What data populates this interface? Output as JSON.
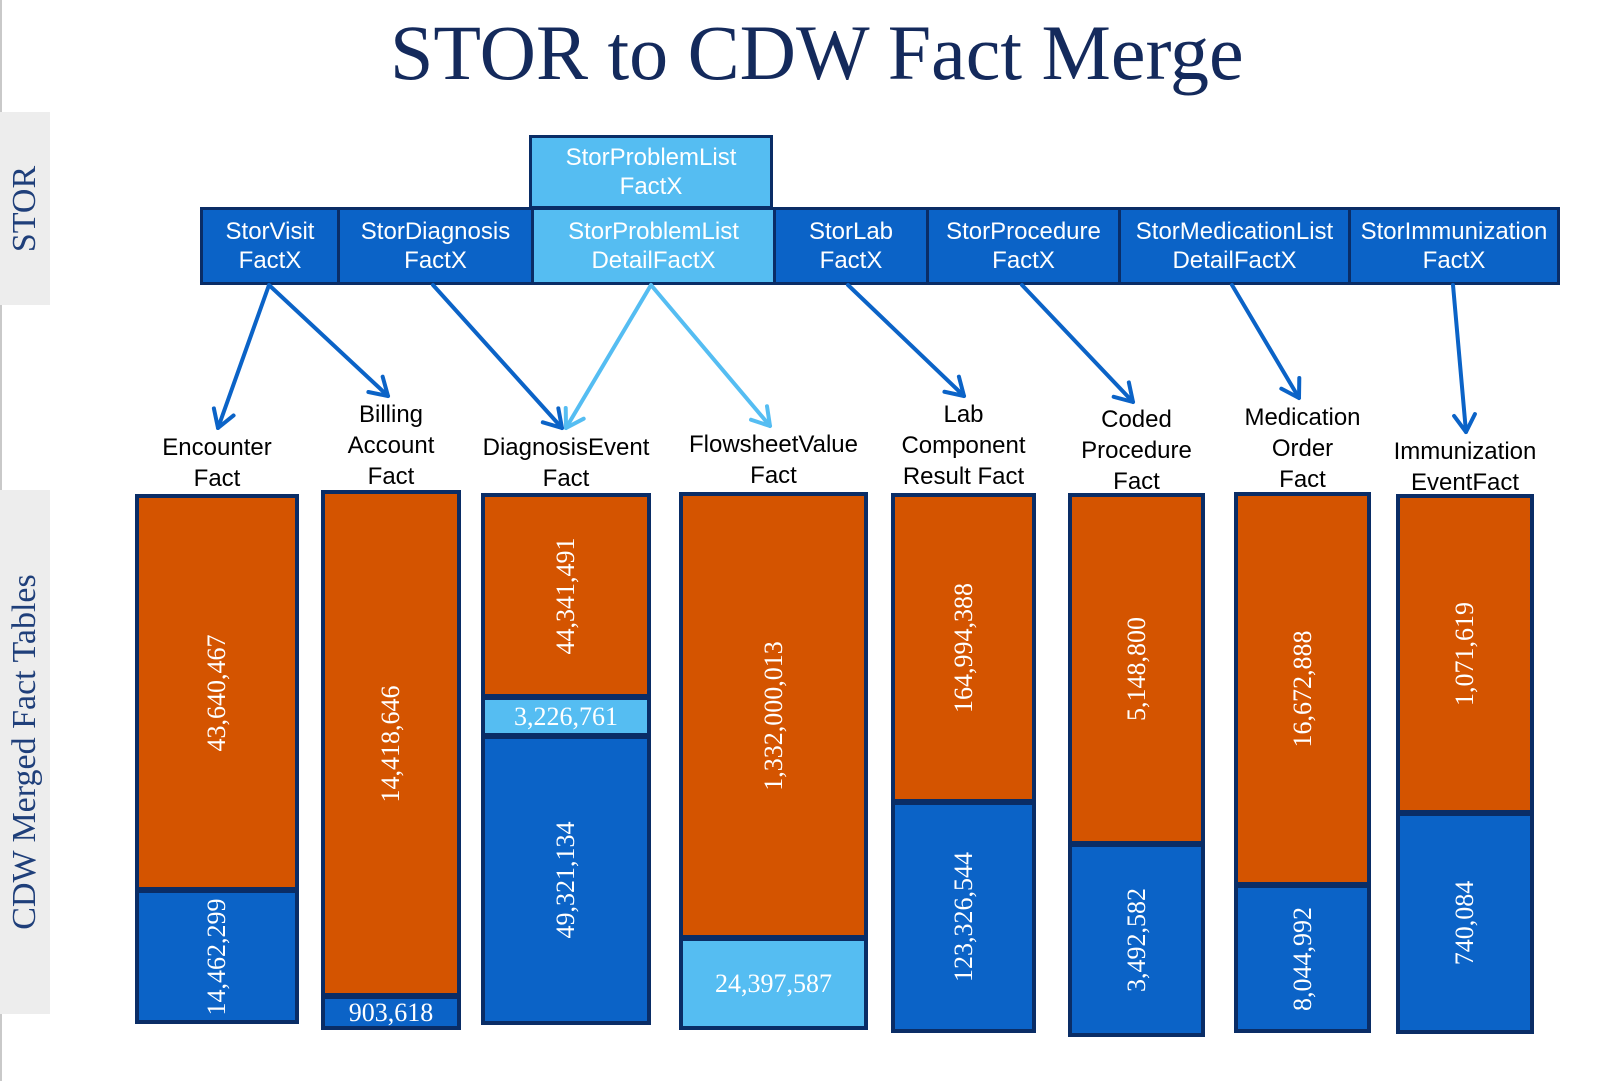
{
  "title": "STOR to CDW Fact Merge",
  "side_labels": {
    "stor": "STOR",
    "cdw": "CDW Merged Fact Tables"
  },
  "colors": {
    "stor_blue": "#0b63c7",
    "light_blue": "#55bdf2",
    "orange": "#d45400",
    "navy_border": "#0a2d66"
  },
  "stor_tables": [
    {
      "id": "visit",
      "line1": "StorVisit",
      "line2": "FactX"
    },
    {
      "id": "diagnosis",
      "line1": "StorDiagnosis",
      "line2": "FactX"
    },
    {
      "id": "problem_detail",
      "line1": "StorProblemList",
      "line2": "DetailFactX"
    },
    {
      "id": "lab",
      "line1": "StorLab",
      "line2": "FactX"
    },
    {
      "id": "procedure",
      "line1": "StorProcedure",
      "line2": "FactX"
    },
    {
      "id": "medication",
      "line1": "StorMedicationList",
      "line2": "DetailFactX"
    },
    {
      "id": "immunization",
      "line1": "StorImmunization",
      "line2": "FactX"
    }
  ],
  "stor_top": {
    "id": "problem_list",
    "line1": "StorProblemList",
    "line2": "FactX"
  },
  "cdw_tables": [
    {
      "lines": [
        "Encounter",
        "Fact"
      ],
      "segments": [
        {
          "kind": "orange",
          "value": "43,640,467"
        },
        {
          "kind": "blue",
          "value": "14,462,299"
        }
      ]
    },
    {
      "lines": [
        "Billing",
        "Account",
        "Fact"
      ],
      "segments": [
        {
          "kind": "orange",
          "value": "14,418,646"
        },
        {
          "kind": "blue",
          "value": "903,618"
        }
      ]
    },
    {
      "lines": [
        "DiagnosisEvent",
        "Fact"
      ],
      "segments": [
        {
          "kind": "orange",
          "value": "44,341,491"
        },
        {
          "kind": "light",
          "value": "3,226,761"
        },
        {
          "kind": "blue",
          "value": "49,321,134"
        }
      ]
    },
    {
      "lines": [
        "FlowsheetValue",
        "Fact"
      ],
      "segments": [
        {
          "kind": "orange",
          "value": "1,332,000,013"
        },
        {
          "kind": "light",
          "value": "24,397,587"
        }
      ]
    },
    {
      "lines": [
        "Lab",
        "Component",
        "Result  Fact"
      ],
      "segments": [
        {
          "kind": "orange",
          "value": "164,994,388"
        },
        {
          "kind": "blue",
          "value": "123,326,544"
        }
      ]
    },
    {
      "lines": [
        "Coded",
        "Procedure",
        "Fact"
      ],
      "segments": [
        {
          "kind": "orange",
          "value": "5,148,800"
        },
        {
          "kind": "blue",
          "value": "3,492,582"
        }
      ]
    },
    {
      "lines": [
        "Medication",
        "Order",
        "Fact"
      ],
      "segments": [
        {
          "kind": "orange",
          "value": "16,672,888"
        },
        {
          "kind": "blue",
          "value": "8,044,992"
        }
      ]
    },
    {
      "lines": [
        "Immunization",
        "EventFact"
      ],
      "segments": [
        {
          "kind": "orange",
          "value": "1,071,619"
        },
        {
          "kind": "blue",
          "value": "740,084"
        }
      ]
    }
  ]
}
